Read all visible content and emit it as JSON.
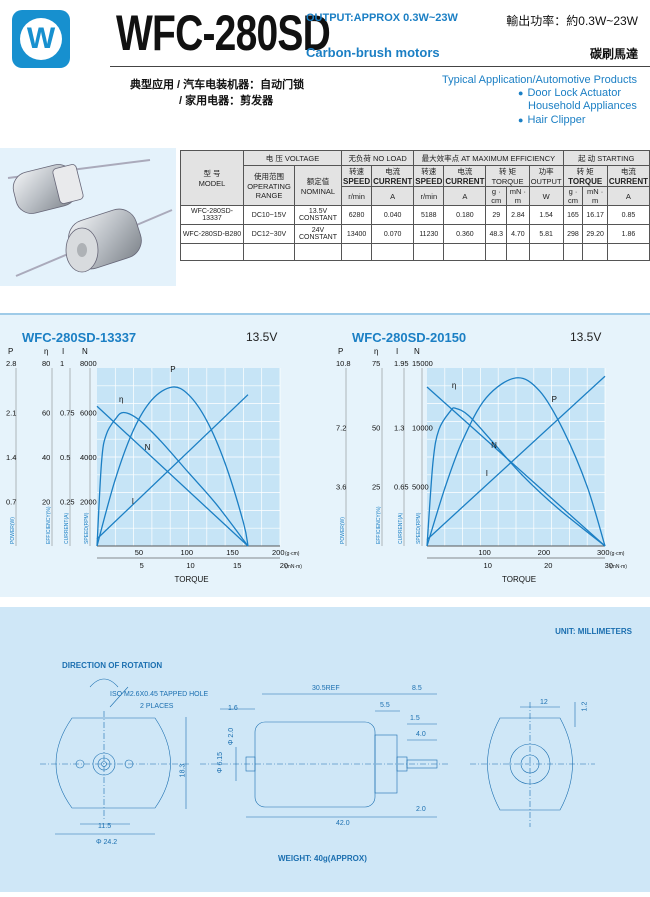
{
  "header": {
    "logo_letter": "W",
    "model_title": "WFC-280SD",
    "output_en": "OUTPUT:APPROX 0.3W~23W",
    "motor_type": "Carbon-brush motors",
    "output_cn": "輸出功率：約0.3W~23W",
    "brush_cn": "碳刷馬達"
  },
  "applications": {
    "cn_line1": "典型应用 / 汽车电装机器：自动门锁",
    "cn_line2": "/ 家用电器：剪发器",
    "en_title": "Typical Application/Automotive Products",
    "en_items": [
      "Door Lock Actuator",
      "Household Appliances",
      "Hair Clipper"
    ]
  },
  "spec_table": {
    "model_label_cn": "型  号",
    "model_label_en": "MODEL",
    "voltage_group": "电 压 VOLTAGE",
    "op_range_cn": "使用范围",
    "op_range_en": "OPERATING RANGE",
    "nominal_cn": "额定值",
    "nominal_en": "NOMINAL",
    "no_load_group": "无负荷 NO LOAD",
    "max_eff_group": "最大效率点 AT MAXIMUM EFFICIENCY",
    "starting_group": "起 动 STARTING",
    "speed_cn": "转速",
    "speed_en": "SPEED",
    "current_cn": "电流",
    "current_en": "CURRENT",
    "torque_cn": "转 矩",
    "torque_en": "TORQUE",
    "output_cn": "功率",
    "output_en": "OUTPUT",
    "units": [
      "r/min",
      "A",
      "r/min",
      "A",
      "g · cm",
      "mN · m",
      "W",
      "g · cm",
      "mN · m",
      "A"
    ],
    "rows": [
      [
        "WFC-280SD-13337",
        "DC10~15V",
        "13.5V CONSTANT",
        "6280",
        "0.040",
        "5188",
        "0.180",
        "29",
        "2.84",
        "1.54",
        "165",
        "16.17",
        "0.85"
      ],
      [
        "WFC-280SD-B280",
        "DC12~30V",
        "24V CONSTANT",
        "13400",
        "0.070",
        "11230",
        "0.360",
        "48.3",
        "4.70",
        "5.81",
        "298",
        "29.20",
        "1.86"
      ]
    ]
  },
  "chart_data": [
    {
      "type": "line",
      "title": "WFC-280SD-13337",
      "voltage": "13.5V",
      "xlabel": "TORQUE",
      "x_gcm_ticks": [
        "50",
        "100",
        "150",
        "200"
      ],
      "x_gcm_unit": "(g·cm)",
      "x_mnm_ticks": [
        "5",
        "10",
        "15",
        "20"
      ],
      "x_mnm_unit": "(mN·m)",
      "axis_heads": [
        "P",
        "η",
        "I",
        "N"
      ],
      "axis_top": [
        "2.8",
        "80",
        "1",
        "8000"
      ],
      "axis_ticks": [
        [
          "2.1",
          "60",
          "0.75",
          "6000"
        ],
        [
          "1.4",
          "40",
          "0.5",
          "4000"
        ],
        [
          "0.7",
          "20",
          "0.25",
          "2000"
        ]
      ],
      "axis_names": [
        "POWER(W)",
        "EFFICIENCY(%)",
        "CURRENT(A)",
        "SPEED(RPM)"
      ],
      "xlim_gcm": [
        0,
        200
      ],
      "curve_labels": {
        "P": "P",
        "eta": "η",
        "N": "N",
        "I": "I"
      },
      "series": [
        {
          "name": "N",
          "x": [
            0,
            165
          ],
          "y": [
            6280,
            0
          ],
          "unit": "r/min"
        },
        {
          "name": "I",
          "x": [
            0,
            165
          ],
          "y": [
            0.04,
            0.85
          ],
          "unit": "A"
        },
        {
          "name": "P",
          "x": [
            0,
            20,
            40,
            60,
            82,
            100,
            120,
            140,
            160,
            165
          ],
          "y": [
            0,
            1.05,
            1.83,
            2.3,
            2.5,
            2.38,
            1.97,
            1.3,
            0.37,
            0
          ],
          "unit": "W"
        },
        {
          "name": "η",
          "x": [
            0,
            5,
            10,
            20,
            29,
            45,
            70,
            100,
            130,
            165
          ],
          "y": [
            0,
            38,
            50,
            57,
            60,
            57,
            47,
            33,
            19,
            0
          ],
          "unit": "%"
        }
      ]
    },
    {
      "type": "line",
      "title": "WFC-280SD-20150",
      "voltage": "13.5V",
      "xlabel": "TORQUE",
      "x_gcm_ticks": [
        "100",
        "200",
        "300"
      ],
      "x_gcm_unit": "(g·cm)",
      "x_mnm_ticks": [
        "10",
        "20",
        "30"
      ],
      "x_mnm_unit": "(mN·m)",
      "axis_heads": [
        "P",
        "η",
        "I",
        "N"
      ],
      "axis_top": [
        "10.8",
        "75",
        "1.95",
        "15000"
      ],
      "axis_ticks": [
        [
          "7.2",
          "50",
          "1.3",
          "10000"
        ],
        [
          "3.6",
          "25",
          "0.65",
          "5000"
        ]
      ],
      "axis_names": [
        "POWER(W)",
        "EFFICIENCY(%)",
        "CURRENT(A)",
        "SPEED(RPM)"
      ],
      "xlim_gcm": [
        0,
        300
      ],
      "curve_labels": {
        "P": "P",
        "eta": "η",
        "N": "N",
        "I": "I"
      },
      "series": [
        {
          "name": "N",
          "x": [
            0,
            300
          ],
          "y": [
            13400,
            0
          ],
          "unit": "r/min"
        },
        {
          "name": "I",
          "x": [
            0,
            300
          ],
          "y": [
            0.07,
            1.86
          ],
          "unit": "A"
        },
        {
          "name": "P",
          "x": [
            0,
            30,
            60,
            100,
            150,
            190,
            230,
            270,
            300
          ],
          "y": [
            0,
            3.5,
            6.4,
            9.0,
            10.2,
            9.4,
            7.0,
            3.6,
            0
          ],
          "unit": "W"
        },
        {
          "name": "η",
          "x": [
            0,
            10,
            20,
            40,
            48,
            70,
            110,
            160,
            220,
            300
          ],
          "y": [
            0,
            35,
            49,
            57,
            58,
            55,
            44,
            30,
            16,
            0
          ],
          "unit": "%"
        }
      ]
    }
  ],
  "dimensions": {
    "unit_label": "UNIT: MILLIMETERS",
    "rotation_label": "DIRECTION OF ROTATION",
    "tapped_hole": "ISO M2.6X0.45 TAPPED HOLE",
    "places": "2 PLACES",
    "front": {
      "width_label": "Φ 24.2",
      "hole_spacing": "11.5",
      "height_label": "18.3"
    },
    "side": {
      "length_ref": "30.5REF",
      "shaft_ext": "8.5",
      "flange": "1.6",
      "boss_len": "5.5",
      "boss_diam": "Φ 2.0",
      "shaft_diam": "Φ 6.15",
      "dim_15": "1.5",
      "dim_40": "4.0",
      "total": "42.0",
      "end_20": "2.0"
    },
    "rear": {
      "dim_12": "1.2",
      "dim_12b": "12"
    },
    "weight_label": "WEIGHT: 40g(APPROX)"
  }
}
